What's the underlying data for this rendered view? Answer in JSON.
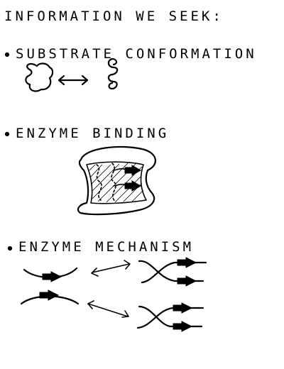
{
  "header": {
    "title": "INFORMATION WE SEEK:"
  },
  "sections": [
    {
      "label": "SUBSTRATE CONFORMATION"
    },
    {
      "label": "ENZYME BINDING"
    },
    {
      "label": "ENZYME MECHANISM"
    }
  ],
  "colors": {
    "ink": "#000000",
    "paper": "#ffffff"
  },
  "icons": {
    "bullet": "bullet-dot-icon",
    "double_arrow": "double-arrow-icon",
    "arrow": "solid-arrow-icon"
  }
}
